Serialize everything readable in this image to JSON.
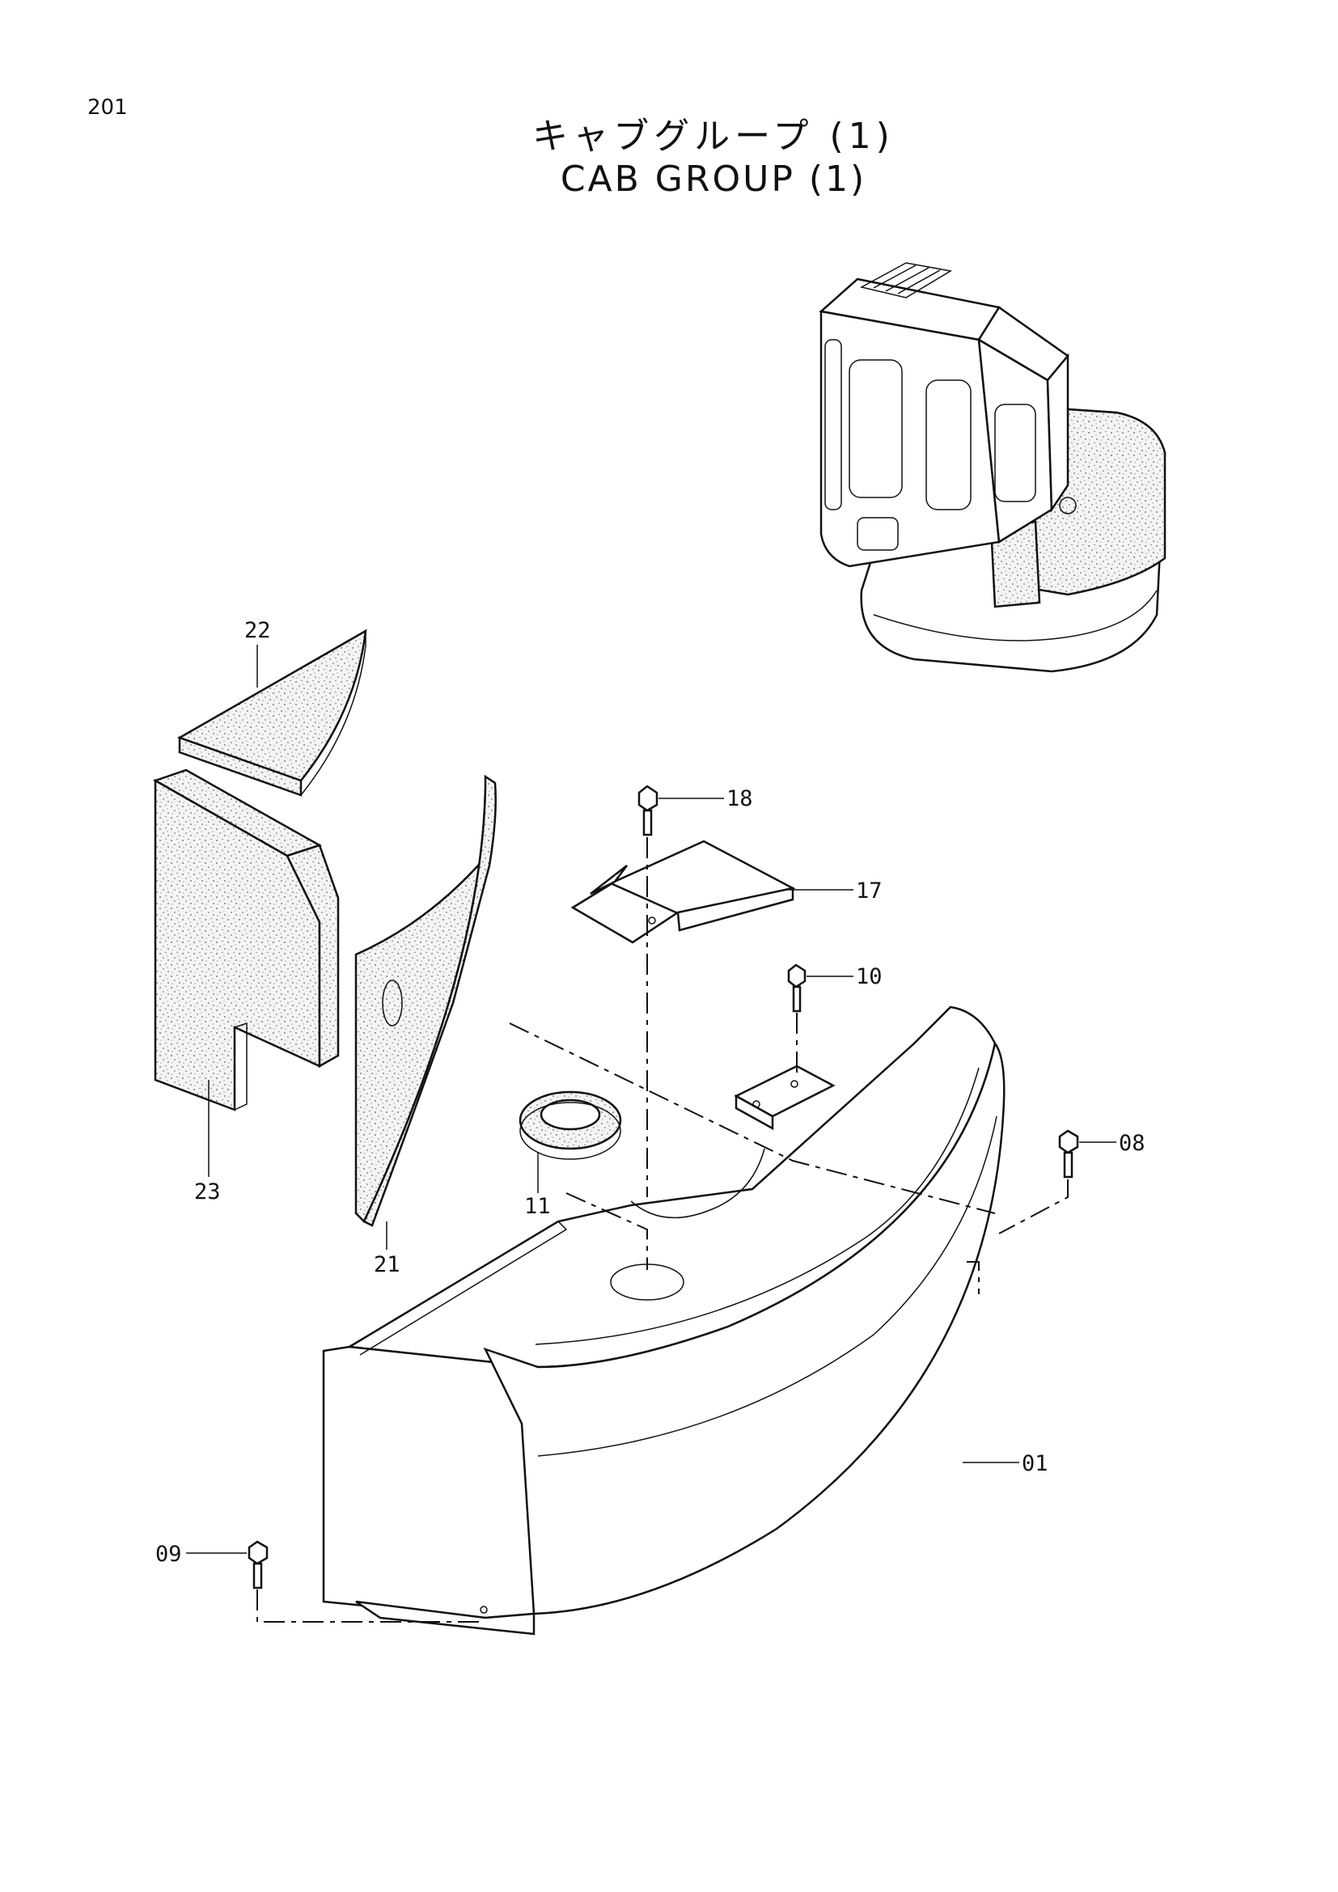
{
  "page": {
    "number": "201"
  },
  "title": {
    "japanese": "キャブグループ (1)",
    "english": "CAB GROUP (1)"
  },
  "callouts": [
    {
      "id": "01",
      "label": "01"
    },
    {
      "id": "08",
      "label": "08"
    },
    {
      "id": "09",
      "label": "09"
    },
    {
      "id": "10",
      "label": "10"
    },
    {
      "id": "11",
      "label": "11"
    },
    {
      "id": "17",
      "label": "17"
    },
    {
      "id": "18",
      "label": "18"
    },
    {
      "id": "21",
      "label": "21"
    },
    {
      "id": "22",
      "label": "22"
    },
    {
      "id": "23",
      "label": "23"
    }
  ]
}
